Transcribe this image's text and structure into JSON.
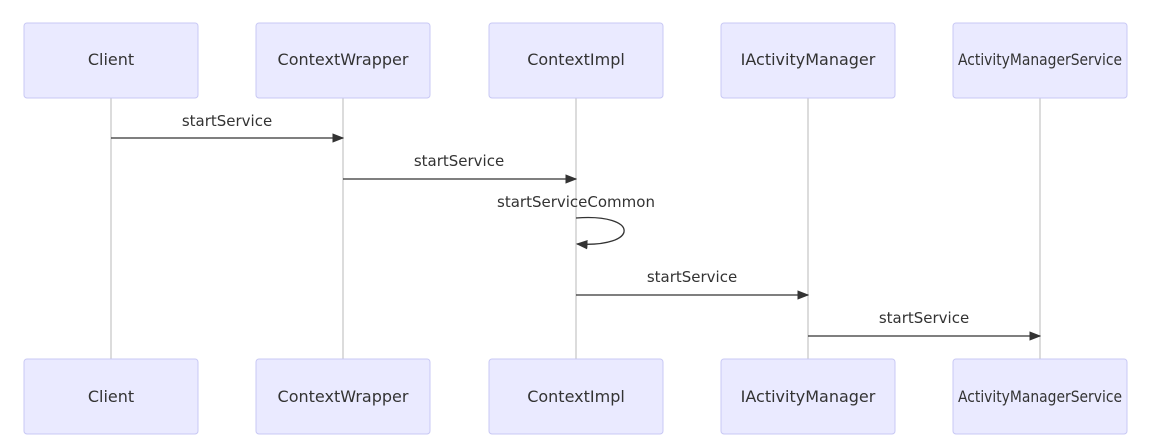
{
  "diagram": {
    "type": "sequence",
    "participants": [
      {
        "id": "client",
        "label": "Client"
      },
      {
        "id": "wrapper",
        "label": "ContextWrapper"
      },
      {
        "id": "impl",
        "label": "ContextImpl"
      },
      {
        "id": "iam",
        "label": "IActivityManager"
      },
      {
        "id": "ams",
        "label": "ActivityManagerService"
      }
    ],
    "messages": [
      {
        "from": "client",
        "to": "wrapper",
        "label": "startService"
      },
      {
        "from": "wrapper",
        "to": "impl",
        "label": "startService"
      },
      {
        "from": "impl",
        "to": "impl",
        "label": "startServiceCommon"
      },
      {
        "from": "impl",
        "to": "iam",
        "label": "startService"
      },
      {
        "from": "iam",
        "to": "ams",
        "label": "startService"
      }
    ],
    "colors": {
      "actor_fill": "#eaeaff",
      "actor_border": "#c8c8f4",
      "lifeline": "#b8b8b8",
      "message": "#333333",
      "text": "#333333"
    }
  }
}
